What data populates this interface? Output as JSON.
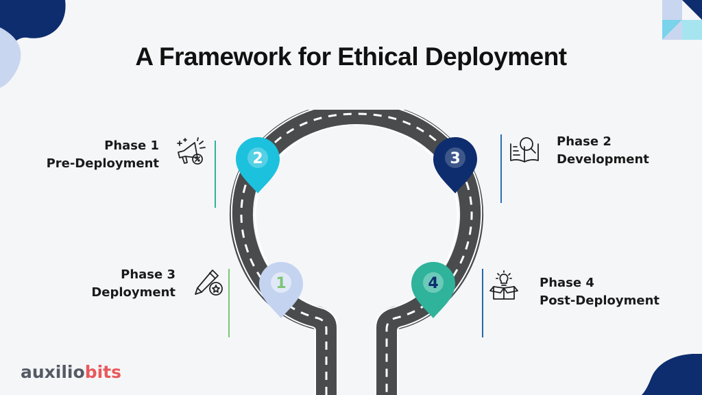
{
  "title": "A Framework for Ethical Deployment",
  "phases": [
    {
      "label": "Phase 1",
      "name": "Pre-Deployment",
      "marker": "2",
      "marker_color": "#1cc1dd",
      "line_color": "#2bb39b",
      "icon": "megaphone-icon"
    },
    {
      "label": "Phase 2",
      "name": "Development",
      "marker": "3",
      "marker_color": "#0e2d6e",
      "line_color": "#2a6fb0",
      "icon": "book-search-icon"
    },
    {
      "label": "Phase 3",
      "name": "Deployment",
      "marker": "1",
      "marker_color": "#c3d3f0",
      "line_color": "#7cc576",
      "icon": "pencil-star-icon"
    },
    {
      "label": "Phase 4",
      "name": "Post-Deployment",
      "marker": "4",
      "marker_color": "#2fb39b",
      "line_color": "#1e6aa8",
      "icon": "box-idea-icon"
    }
  ],
  "brand": {
    "part1": "auxilio",
    "part2": "bits"
  },
  "colors": {
    "road": "#4a4b4d",
    "road_dash": "#ffffff",
    "navy": "#0e2d6e",
    "pale_blue": "#c9d6f0"
  }
}
